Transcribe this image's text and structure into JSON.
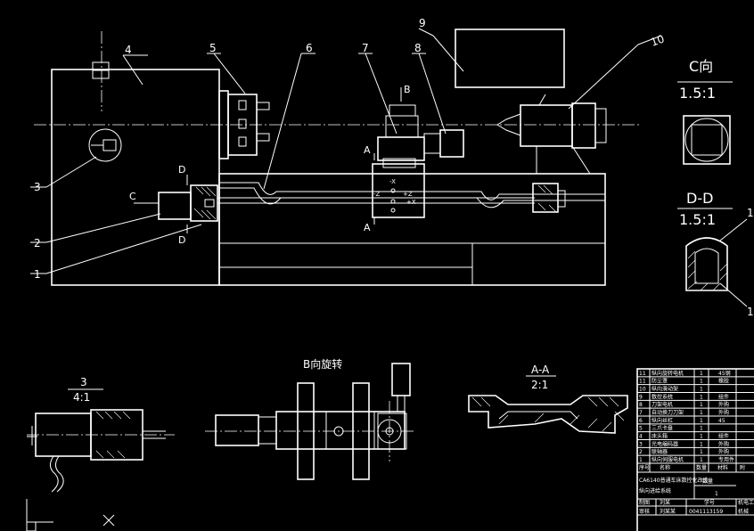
{
  "balloons": {
    "b1": "1",
    "b2": "2",
    "b3": "3",
    "b4": "4",
    "b5": "5",
    "b6": "6",
    "b7": "7",
    "b8": "8",
    "b9": "9",
    "b10": "10",
    "b11": "1",
    "b12": "1"
  },
  "section_marks": {
    "d_top": "D",
    "d_bottom": "D",
    "c_arrow": "C",
    "a_top": "A",
    "a_bottom": "A",
    "b_arrow": "B"
  },
  "axis_marks": {
    "minus_x": "-X",
    "minus_z": "-Z",
    "plus_z": "+Z",
    "plus_x": "+X"
  },
  "views": {
    "c_view": {
      "title": "C向",
      "scale": "1.5:1"
    },
    "dd_view": {
      "title": "D-D",
      "scale": "1.5:1"
    },
    "detail3": {
      "title": "3",
      "scale": "4:1"
    },
    "b_rot": {
      "title": "B向旋转"
    },
    "aa_view": {
      "title": "A-A",
      "scale": "2:1"
    }
  },
  "bom": {
    "rows": [
      {
        "no": "11",
        "name": "纵向旋转电机",
        "qty": "1",
        "mat": "45钢"
      },
      {
        "no": "11",
        "name": "防尘罩",
        "qty": "1",
        "mat": "橡胶"
      },
      {
        "no": "10",
        "name": "纵向滑动架",
        "qty": "1",
        "mat": ""
      },
      {
        "no": "9",
        "name": "数控系统",
        "qty": "1",
        "mat": "组件"
      },
      {
        "no": "8",
        "name": "刀架电机",
        "qty": "1",
        "mat": "外购"
      },
      {
        "no": "7",
        "name": "自动换刀刀架",
        "qty": "1",
        "mat": "外购"
      },
      {
        "no": "6",
        "name": "纵向丝杠",
        "qty": "1",
        "mat": "45"
      },
      {
        "no": "5",
        "name": "三爪卡盘",
        "qty": "1",
        "mat": ""
      },
      {
        "no": "4",
        "name": "床头箱",
        "qty": "1",
        "mat": "组件"
      },
      {
        "no": "3",
        "name": "光电编码器",
        "qty": "1",
        "mat": "外购"
      },
      {
        "no": "2",
        "name": "联轴器",
        "qty": "1",
        "mat": "外购"
      },
      {
        "no": "1",
        "name": "纵向伺服电机",
        "qty": "1",
        "mat": "专用件"
      }
    ],
    "header": {
      "no": "序号",
      "name": "名称",
      "qty": "数量",
      "mat": "材料",
      "note": "附"
    },
    "title_left": "CA6140普通车床数控化改造",
    "title_left2": "纵向进给系统",
    "qty_label": "数量",
    "qty_value": "1",
    "drawn_label": "制图",
    "drawn_name": "刘某",
    "check_label": "审核",
    "check_name": "刘某某",
    "code_label": "学号",
    "code_value": "0041113159",
    "school": "机电工程",
    "class": "机械"
  }
}
